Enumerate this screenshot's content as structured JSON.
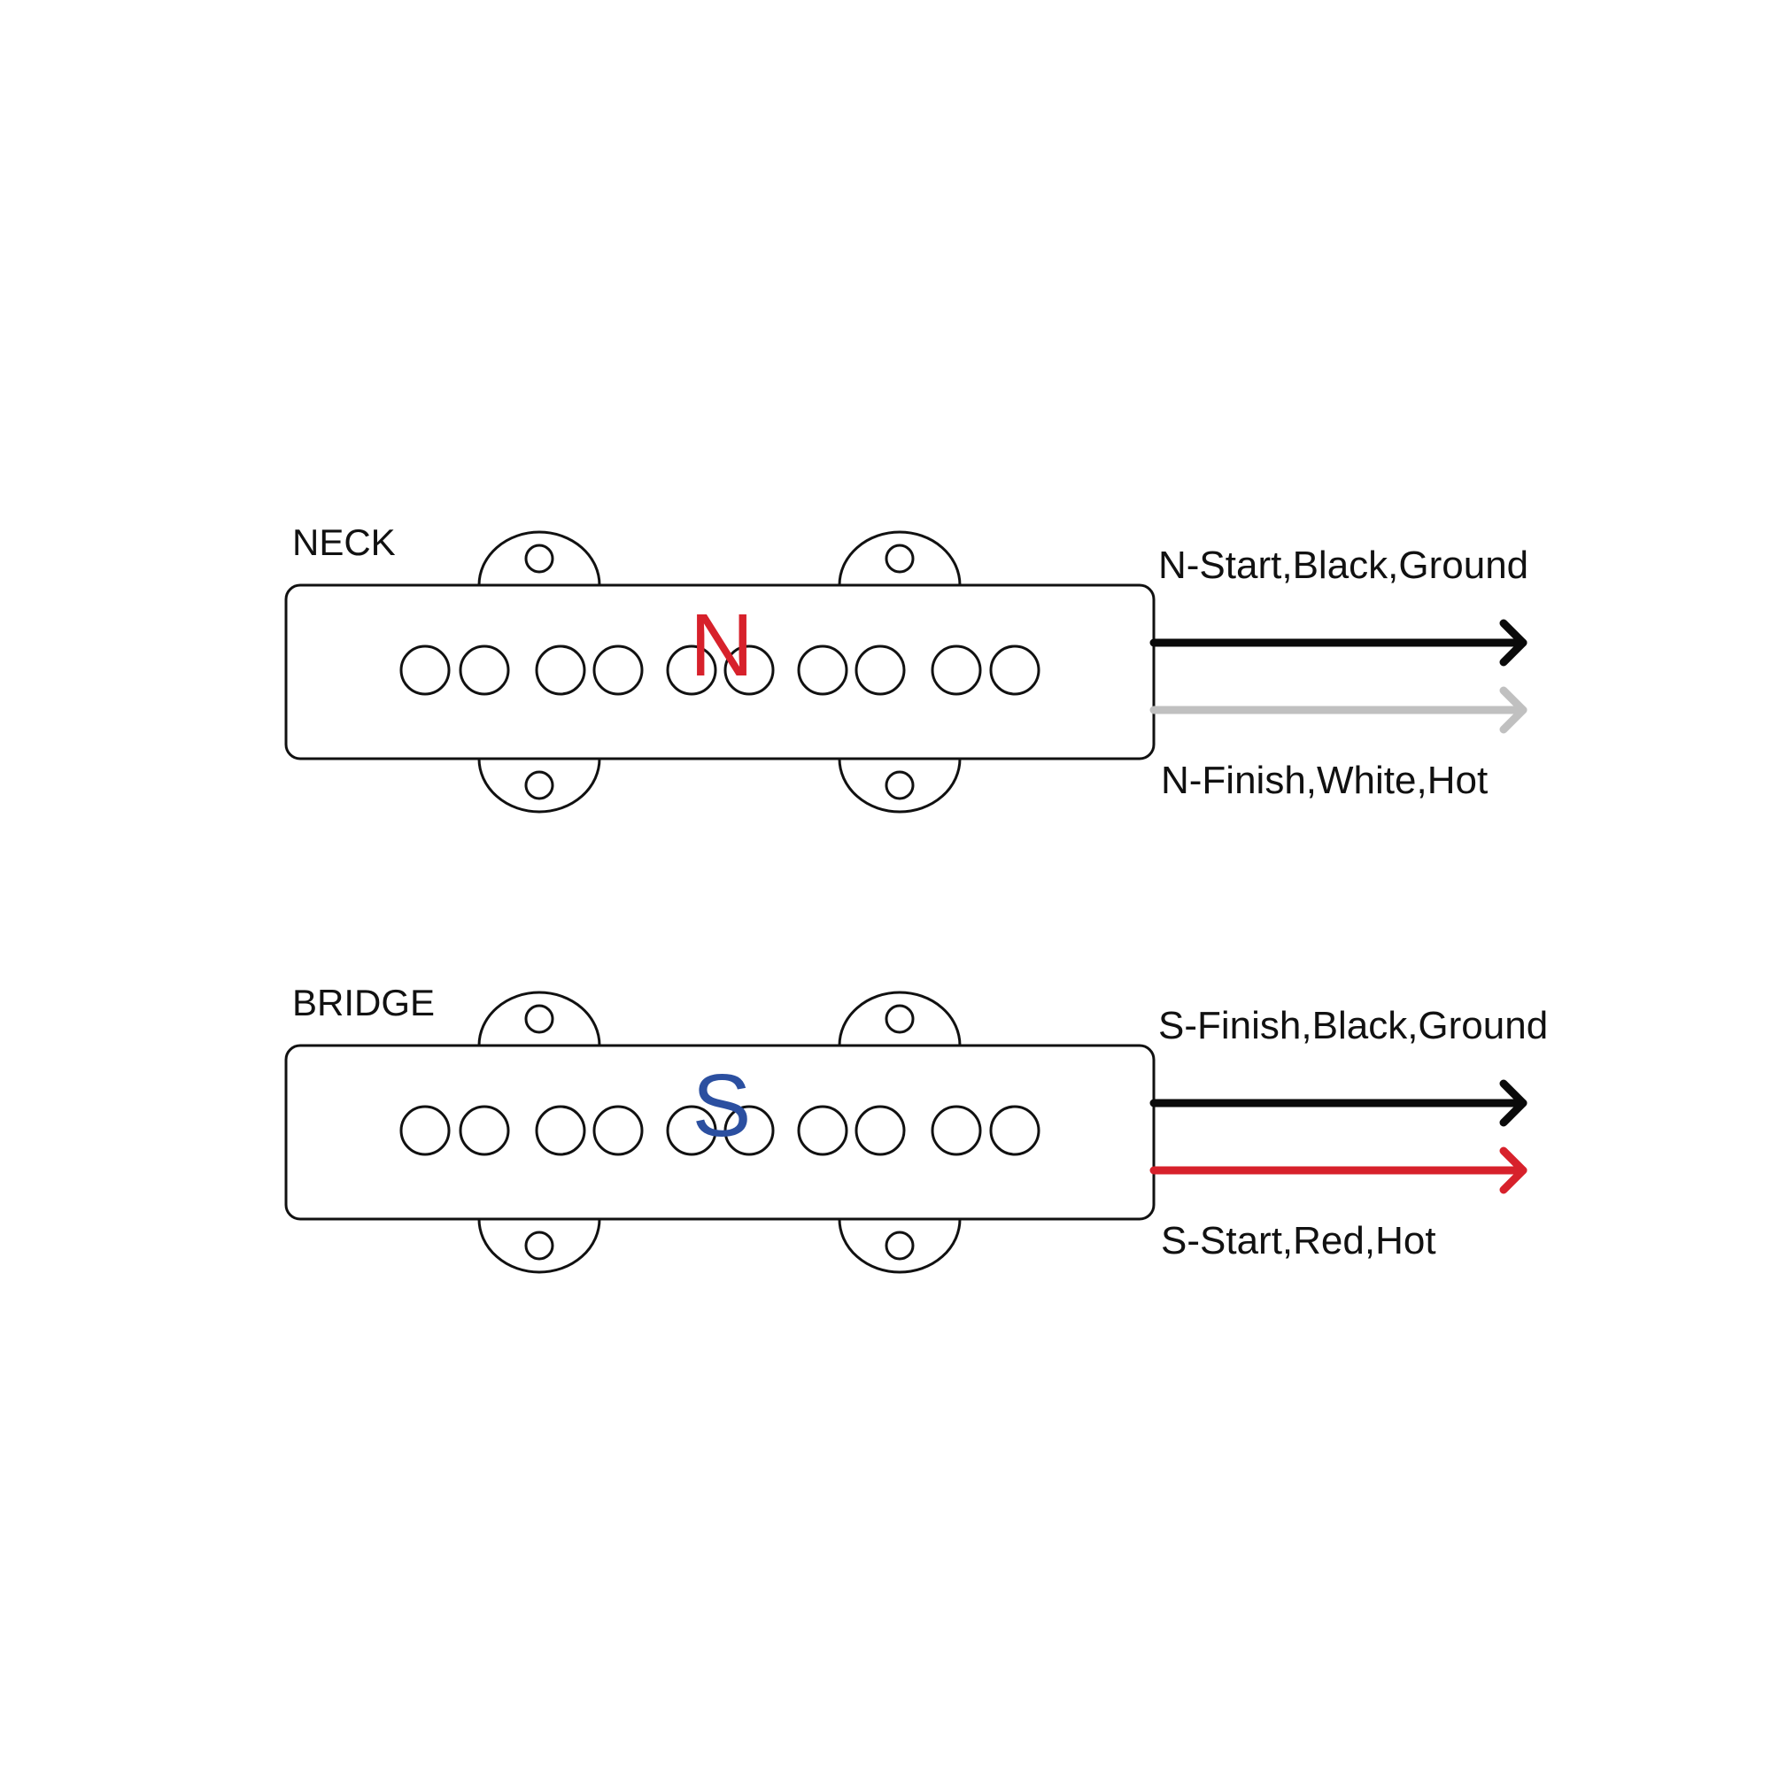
{
  "pickups": [
    {
      "name": "NECK",
      "polarity": "N",
      "polarity_color": "#d7212b",
      "wires": [
        {
          "label": "N-Start,Black,Ground",
          "color": "#0a0a0a"
        },
        {
          "label": "N-Finish,White,Hot",
          "color": "#c0c0c0"
        }
      ]
    },
    {
      "name": "BRIDGE",
      "polarity": "S",
      "polarity_color": "#2b4fa0",
      "wires": [
        {
          "label": "S-Finish,Black,Ground",
          "color": "#0a0a0a"
        },
        {
          "label": "S-Start,Red,Hot",
          "color": "#d7212b"
        }
      ]
    }
  ]
}
